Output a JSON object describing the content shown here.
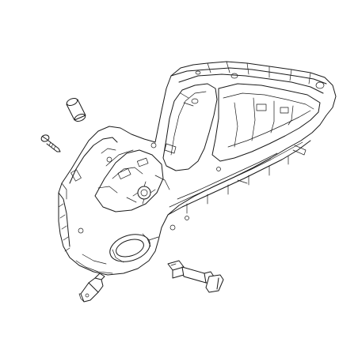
{
  "figure": {
    "kind": "exploded-parts-line-drawing",
    "line_color": "#1a1a1a",
    "background_color": "#ffffff",
    "parts": [
      {
        "name": "crankcase-housing",
        "icon": "crankcase-shape"
      },
      {
        "name": "sleeve",
        "icon": "cylinder-sleeve-shape"
      },
      {
        "name": "screw",
        "icon": "screw-shape"
      },
      {
        "name": "lever",
        "icon": "lever-shape"
      },
      {
        "name": "pin-assembly",
        "icon": "pin-shape"
      }
    ]
  }
}
